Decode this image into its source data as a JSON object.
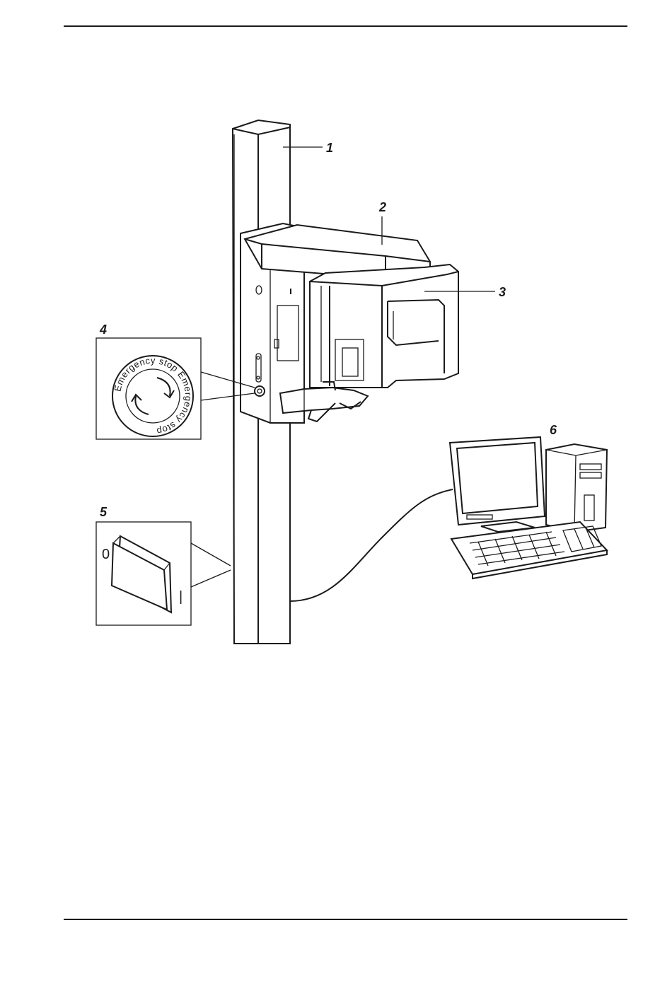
{
  "callouts": {
    "c1": "1",
    "c2": "2",
    "c3": "3",
    "c4": "4",
    "c5": "5",
    "c6": "6"
  },
  "emergency_stop": {
    "label": "Emergency stop Emergency stop"
  },
  "power_switch": {
    "off_symbol": "0",
    "on_symbol": "|"
  },
  "colors": {
    "line": "#1a1a1a",
    "background": "#ffffff"
  }
}
